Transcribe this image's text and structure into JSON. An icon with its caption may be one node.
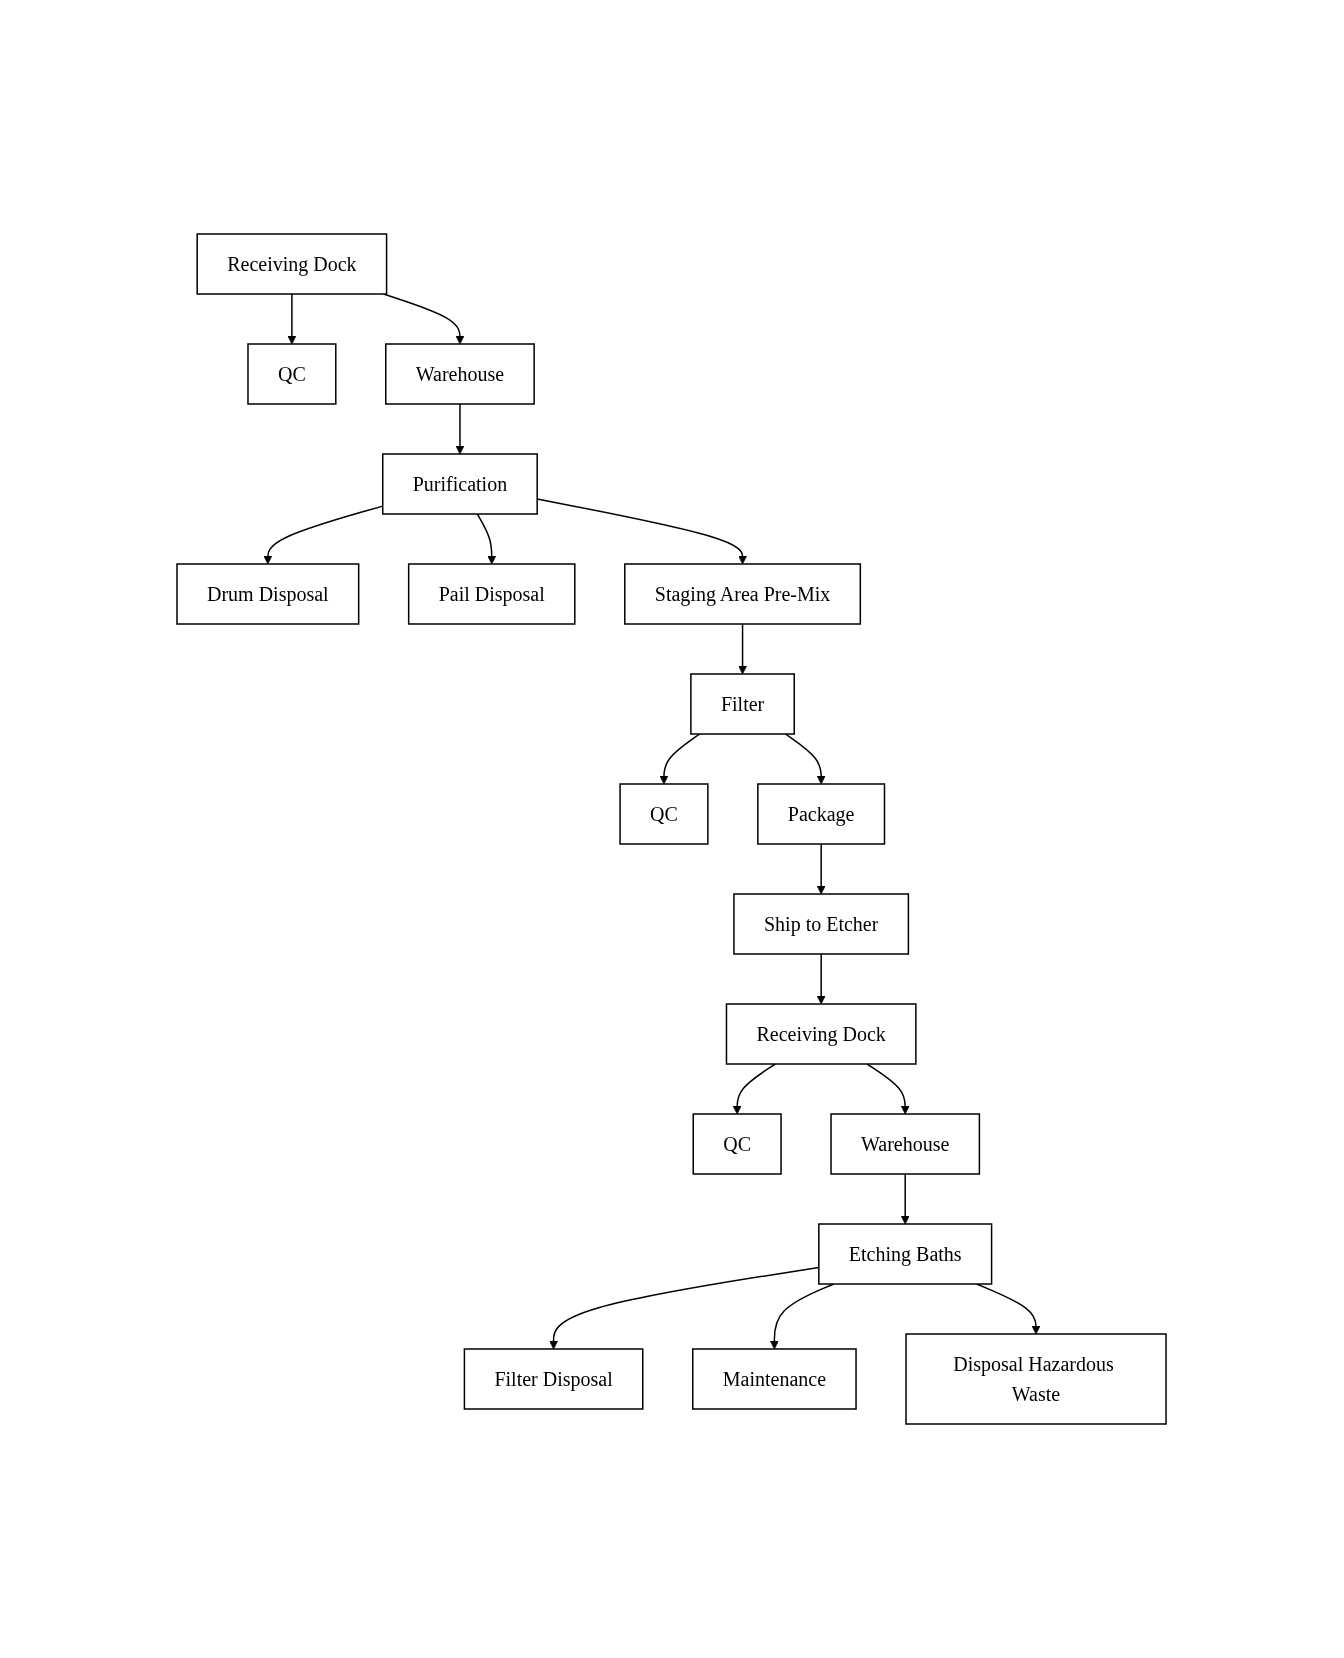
{
  "diagram": {
    "nodes": [
      {
        "text": [
          "QC"
        ]
      },
      {
        "text": [
          "Receiving Dock"
        ]
      },
      {
        "text": [
          "Warehouse"
        ]
      },
      {
        "text": [
          "Drum Disposal"
        ]
      },
      {
        "text": [
          "Purification"
        ]
      },
      {
        "text": [
          "Pail Disposal"
        ]
      },
      {
        "text": [
          "Staging Area Pre-Mix"
        ]
      },
      {
        "text": [
          "QC"
        ]
      },
      {
        "text": [
          "Filter"
        ]
      },
      {
        "text": [
          "Package"
        ]
      },
      {
        "text": [
          "Ship to Etcher"
        ]
      },
      {
        "text": [
          "QC"
        ]
      },
      {
        "text": [
          "Receiving Dock"
        ]
      },
      {
        "text": [
          "Warehouse"
        ]
      },
      {
        "text": [
          "Filter Disposal"
        ]
      },
      {
        "text": [
          "Etching Baths"
        ]
      },
      {
        "text": [
          "Maintenance"
        ]
      },
      {
        "text": [
          "Disposal Hazardous Waste"
        ]
      }
    ],
    "edges": [
      {
        "from": 1,
        "to": 0,
        "arrow": "to"
      },
      {
        "from": 1,
        "to": 2,
        "arrow": "to"
      },
      {
        "from": 2,
        "to": 4,
        "arrow": "to"
      },
      {
        "from": 4,
        "to": 3,
        "arrow": "to"
      },
      {
        "from": 4,
        "to": 5,
        "arrow": "to"
      },
      {
        "from": 4,
        "to": 6,
        "arrow": "to"
      },
      {
        "from": 6,
        "to": 8,
        "arrow": "to"
      },
      {
        "from": 8,
        "to": 7,
        "arrow": "to"
      },
      {
        "from": 8,
        "to": 9,
        "arrow": "to"
      },
      {
        "from": 9,
        "to": 10,
        "arrow": "to"
      },
      {
        "from": 10,
        "to": 12,
        "arrow": "to"
      },
      {
        "from": 12,
        "to": 11,
        "arrow": "to"
      },
      {
        "from": 12,
        "to": 13,
        "arrow": "to"
      },
      {
        "from": 13,
        "to": 15,
        "arrow": "to"
      },
      {
        "from": 15,
        "to": 14,
        "arrow": "to"
      },
      {
        "from": 15,
        "to": 16,
        "arrow": "to"
      },
      {
        "from": 15,
        "to": 17,
        "arrow": "to"
      }
    ]
  }
}
